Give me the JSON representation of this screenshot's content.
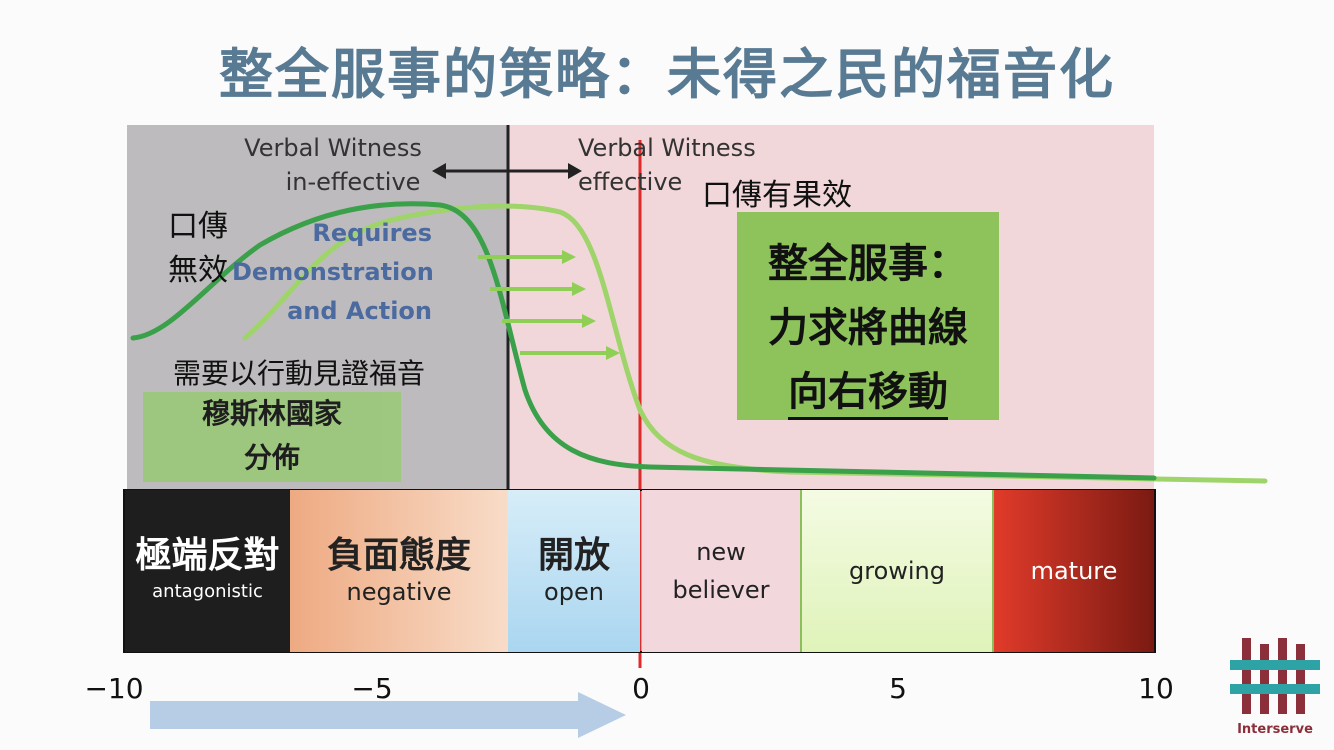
{
  "title": "整全服事的策略：未得之民的福音化",
  "top": {
    "verbal_ineffective": [
      "Verbal Witness",
      "in-effective"
    ],
    "verbal_effective": [
      "Verbal Witness",
      "effective"
    ],
    "effective_cn": "口傳有果效",
    "ineffective_cn": [
      "口傳",
      "無效"
    ],
    "requires": [
      "Requires",
      "Demonstration",
      "and Action"
    ],
    "requires_cn": "需要以行動見證福音",
    "muslim_box": [
      "穆斯林國家",
      "分佈"
    ],
    "strategy_box": [
      "整全服事：",
      "力求將曲線",
      "向右移動"
    ]
  },
  "segments": [
    {
      "cn": "極端反對",
      "en": "antagonistic"
    },
    {
      "cn": "負面態度",
      "en": "negative"
    },
    {
      "cn": "開放",
      "en": "open"
    },
    {
      "cn": "",
      "en": "new believer"
    },
    {
      "cn": "",
      "en": "growing"
    },
    {
      "cn": "",
      "en": "mature"
    }
  ],
  "axis_ticks": [
    "−10",
    "−5",
    "0",
    "5",
    "10"
  ],
  "logo_text": "Interserve",
  "colors": {
    "title": "#587a93",
    "grey_zone": "#bdbbbd",
    "pink_zone": "#f1d7da",
    "dark_curve": "#3aa04a",
    "light_curve": "#9fd46a",
    "red_line": "#e02a2a",
    "green_box": "#8dc35a",
    "arrow": "#b7cde6"
  }
}
